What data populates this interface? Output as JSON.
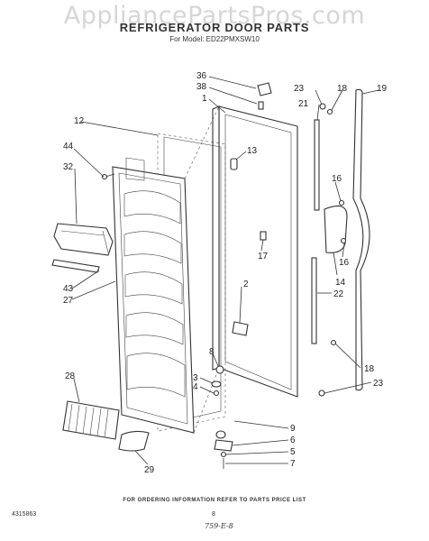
{
  "watermark": "AppliancePartsPros.com",
  "header": {
    "title": "REFRIGERATOR DOOR PARTS",
    "model": "For Model: ED22PMXSW10"
  },
  "callouts": {
    "c36": "36",
    "c38": "38",
    "c1": "1",
    "c23a": "23",
    "c18a": "18",
    "c19": "19",
    "c21": "21",
    "c12": "12",
    "c13": "13",
    "c44": "44",
    "c32": "32",
    "c16a": "16",
    "c16b": "16",
    "c17": "17",
    "c14": "14",
    "c43": "43",
    "c27": "27",
    "c2": "2",
    "c22": "22",
    "c8": "8",
    "c18b": "18",
    "c23b": "23",
    "c3": "3",
    "c4": "4",
    "c28": "28",
    "c9": "9",
    "c6": "6",
    "c5": "5",
    "c7": "7",
    "c29": "29"
  },
  "footer": {
    "note": "FOR ORDERING INFORMATION REFER TO PARTS PRICE LIST",
    "code": "4315863",
    "page": "8",
    "handwritten": "759-E-8"
  }
}
